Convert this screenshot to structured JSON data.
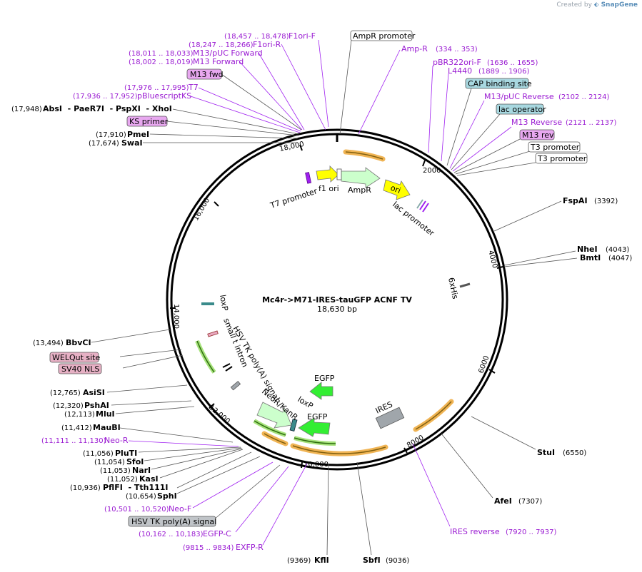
{
  "credit": {
    "prefix": "Created by",
    "brand": "SnapGene"
  },
  "plasmid": {
    "name": "Mc4r->M71-IRES-tauGFP ACNF TV",
    "size": "18,630 bp"
  },
  "ticks": [
    "2000",
    "4000",
    "6000",
    "8000",
    "10,000",
    "12,000",
    "14,000",
    "16,000",
    "18,000"
  ],
  "labels": [
    {
      "text": "F1ori-F",
      "pos": "(18,457 .. 18,478)",
      "style": "primer"
    },
    {
      "text": "F1ori-R",
      "pos": "(18,247 .. 18,266)",
      "style": "primer"
    },
    {
      "text": "M13/pUC Forward",
      "pos": "(18,011 .. 18,033)",
      "style": "primer"
    },
    {
      "text": "M13 Forward",
      "pos": "(18,002 .. 18,019)",
      "style": "primer"
    },
    {
      "text": "M13 fwd",
      "pos": "",
      "style": "box-purple"
    },
    {
      "text": "T7",
      "pos": "(17,976 .. 17,995)",
      "style": "primer"
    },
    {
      "text": "pBluescriptKS",
      "pos": "(17,936 .. 17,952)",
      "style": "primer"
    },
    {
      "text": "AbsI  - PaeR7I  - PspXI  - XhoI",
      "pos": "(17,948)",
      "style": "enzyme"
    },
    {
      "text": "KS primer",
      "pos": "",
      "style": "box-purple"
    },
    {
      "text": "PmeI",
      "pos": "(17,910)",
      "style": "enzyme"
    },
    {
      "text": "SwaI",
      "pos": "(17,674)",
      "style": "enzyme"
    },
    {
      "text": "AmpR promoter",
      "pos": "",
      "style": "box-white"
    },
    {
      "text": "Amp-R",
      "pos": "(334 .. 353)",
      "style": "primer"
    },
    {
      "text": "pBR322ori-F",
      "pos": "(1636 .. 1655)",
      "style": "primer"
    },
    {
      "text": "L4440",
      "pos": "(1889 .. 1906)",
      "style": "primer"
    },
    {
      "text": "CAP binding site",
      "pos": "",
      "style": "box-teal"
    },
    {
      "text": "M13/pUC Reverse",
      "pos": "(2102 .. 2124)",
      "style": "primer"
    },
    {
      "text": "lac operator",
      "pos": "",
      "style": "box-teal"
    },
    {
      "text": "M13 Reverse",
      "pos": "(2121 .. 2137)",
      "style": "primer"
    },
    {
      "text": "M13 rev",
      "pos": "",
      "style": "box-purple"
    },
    {
      "text": "T3 promoter",
      "pos": "",
      "style": "box-white"
    },
    {
      "text": "T3 promoter",
      "pos": "",
      "style": "box-white"
    },
    {
      "text": "FspAI",
      "pos": "(3392)",
      "style": "enzyme"
    },
    {
      "text": "NheI",
      "pos": "(4043)",
      "style": "enzyme"
    },
    {
      "text": "BmtI",
      "pos": "(4047)",
      "style": "enzyme"
    },
    {
      "text": "StuI",
      "pos": "(6550)",
      "style": "enzyme"
    },
    {
      "text": "AfeI",
      "pos": "(7307)",
      "style": "enzyme"
    },
    {
      "text": "IRES reverse",
      "pos": "(7920 .. 7937)",
      "style": "primer"
    },
    {
      "text": "SbfI",
      "pos": "(9036)",
      "style": "enzyme"
    },
    {
      "text": "KflI",
      "pos": "(9369)",
      "style": "enzyme"
    },
    {
      "text": "EXFP-R",
      "pos": "(9815 .. 9834)",
      "style": "primer"
    },
    {
      "text": "EGFP-C",
      "pos": "(10,162 .. 10,183)",
      "style": "primer"
    },
    {
      "text": "HSV TK poly(A) signal",
      "pos": "",
      "style": "box-gray"
    },
    {
      "text": "Neo-F",
      "pos": "(10,501 .. 10,520)",
      "style": "primer"
    },
    {
      "text": "SphI",
      "pos": "(10,654)",
      "style": "enzyme"
    },
    {
      "text": "PflFI  - Tth111I",
      "pos": "(10,936)",
      "style": "enzyme"
    },
    {
      "text": "KasI",
      "pos": "(11,052)",
      "style": "enzyme"
    },
    {
      "text": "NarI",
      "pos": "(11,053)",
      "style": "enzyme"
    },
    {
      "text": "SfoI",
      "pos": "(11,054)",
      "style": "enzyme"
    },
    {
      "text": "PluTI",
      "pos": "(11,056)",
      "style": "enzyme"
    },
    {
      "text": "Neo-R",
      "pos": "(11,111 .. 11,130)",
      "style": "primer"
    },
    {
      "text": "MauBI",
      "pos": "(11,412)",
      "style": "enzyme"
    },
    {
      "text": "MluI",
      "pos": "(12,113)",
      "style": "enzyme"
    },
    {
      "text": "PshAI",
      "pos": "(12,320)",
      "style": "enzyme"
    },
    {
      "text": "AsiSI",
      "pos": "(12,765)",
      "style": "enzyme"
    },
    {
      "text": "SV40 NLS",
      "pos": "",
      "style": "box-pink"
    },
    {
      "text": "WELQut site",
      "pos": "",
      "style": "box-pink"
    },
    {
      "text": "BbvCI",
      "pos": "(13,494)",
      "style": "enzyme"
    }
  ],
  "features": [
    "T7 promoter",
    "f1 ori",
    "AmpR",
    "ori",
    "lac promoter",
    "6xHis",
    "IRES",
    "EGFP",
    "EGFP",
    "loxP",
    "NeoR/KanR",
    "HSV TK poly(A) signal",
    "small t intron",
    "loxP"
  ],
  "colors": {
    "primer": "#9a1bd2",
    "arrow_yellow": "#ffff00",
    "arrow_green": "#33ee33",
    "arrow_pale": "#ccffcc",
    "ires": "#a0a6ab",
    "orange": "#f0b454"
  }
}
